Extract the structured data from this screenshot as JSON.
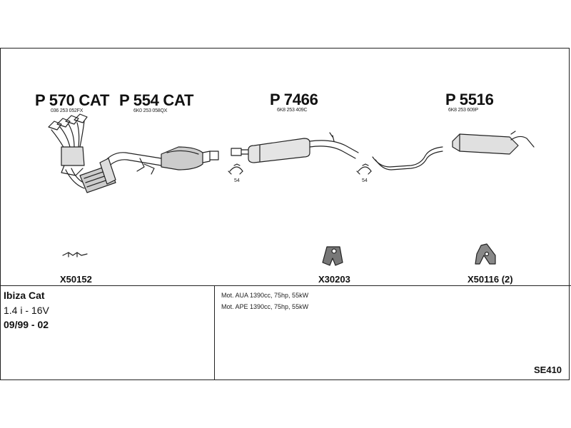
{
  "parts": [
    {
      "title": "P 570 CAT",
      "code": "036 253 052FX"
    },
    {
      "title": "P 554 CAT",
      "code": "6K0 253 058QX"
    },
    {
      "title": "P 7466",
      "code": "6K8 253 409C"
    },
    {
      "title": "P 5516",
      "code": "6K8 253 609P"
    }
  ],
  "clamp_labels": [
    "54",
    "54"
  ],
  "accessories": [
    "X50152",
    "X30203",
    "X50116 (2)"
  ],
  "vehicle": {
    "name": "Ibiza Cat",
    "engine": "1.4 i - 16V",
    "years": "09/99 - 02"
  },
  "engines": [
    "Mot. AUA 1390cc, 75hp, 55kW",
    "Mot. APE 1390cc, 75hp, 55kW"
  ],
  "sheet_ref": "SE410"
}
